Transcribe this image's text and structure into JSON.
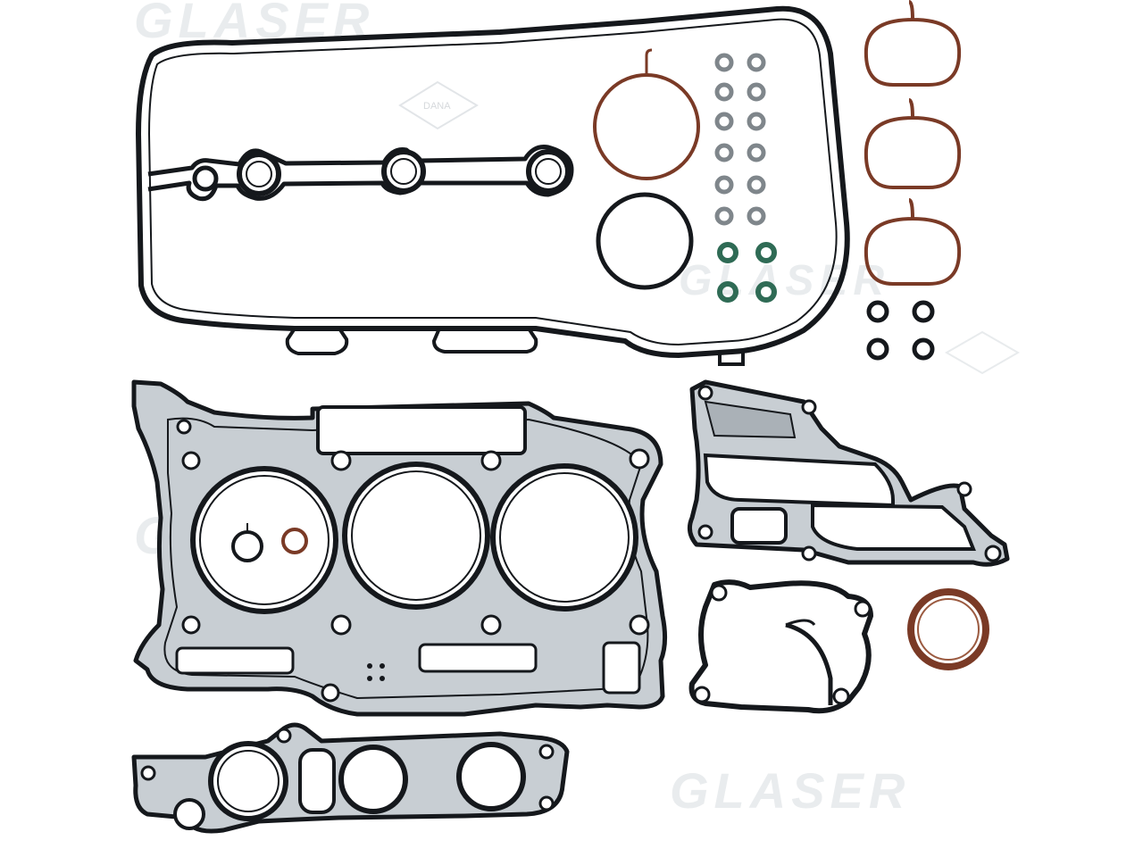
{
  "watermark": {
    "brand": "GLASER",
    "logo_text": "DANA"
  },
  "colors": {
    "background": "#ffffff",
    "gasket_black": "#15181c",
    "head_gasket_fill": "#c8ced3",
    "seal_brown": "#7a3a26",
    "seal_green": "#2f6b55",
    "seal_grey": "#9aa1a6",
    "watermark": "#e9ecee"
  },
  "parts": [
    {
      "name": "valve-cover-gasket"
    },
    {
      "name": "intake-manifold-gasket"
    },
    {
      "name": "cylinder-head-gasket"
    },
    {
      "name": "exhaust-manifold-gasket"
    },
    {
      "name": "water-pump-gasket"
    },
    {
      "name": "housing-gasket"
    },
    {
      "name": "shaft-seal"
    },
    {
      "name": "valve-stem-seals"
    },
    {
      "name": "o-rings"
    }
  ]
}
